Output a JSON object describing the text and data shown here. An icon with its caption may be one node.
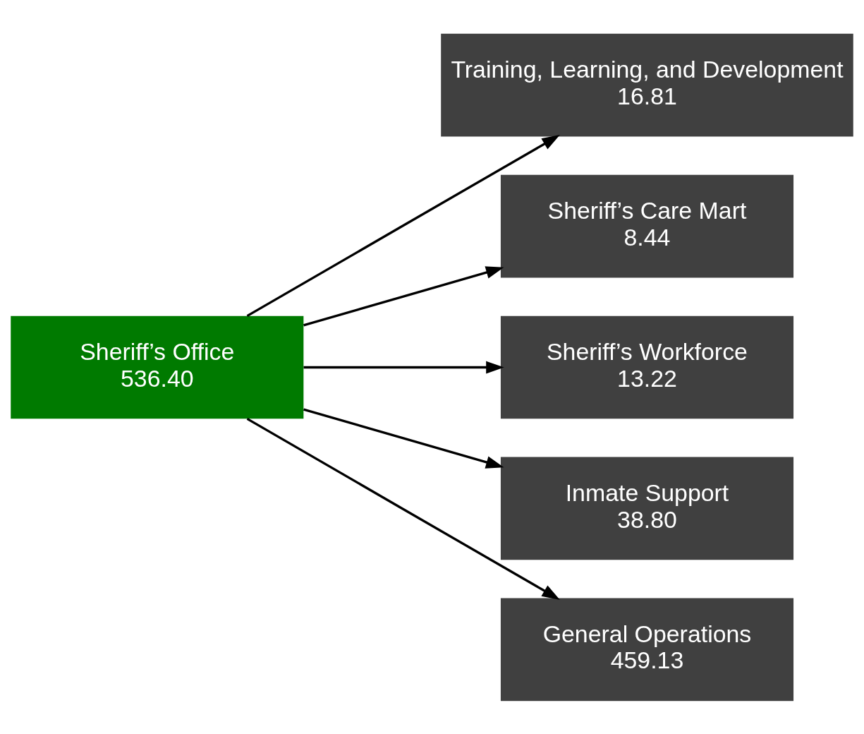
{
  "diagram": {
    "nodes": [
      {
        "text": [
          "Sheriff’s Office",
          "536.40"
        ]
      },
      {
        "text": [
          "Training, Learning, and Development",
          "16.81"
        ]
      },
      {
        "text": [
          "Sheriff’s Care Mart",
          "8.44"
        ]
      },
      {
        "text": [
          "Sheriff’s Workforce",
          "13.22"
        ]
      },
      {
        "text": [
          "Inmate Support",
          "38.80"
        ]
      },
      {
        "text": [
          "General Operations",
          "459.13"
        ]
      }
    ],
    "edges": [
      {
        "from": 0,
        "to": 1,
        "arrow": "to"
      },
      {
        "from": 0,
        "to": 2,
        "arrow": "to"
      },
      {
        "from": 0,
        "to": 3,
        "arrow": "to"
      },
      {
        "from": 0,
        "to": 4,
        "arrow": "to"
      },
      {
        "from": 0,
        "to": 5,
        "arrow": "to"
      }
    ]
  }
}
